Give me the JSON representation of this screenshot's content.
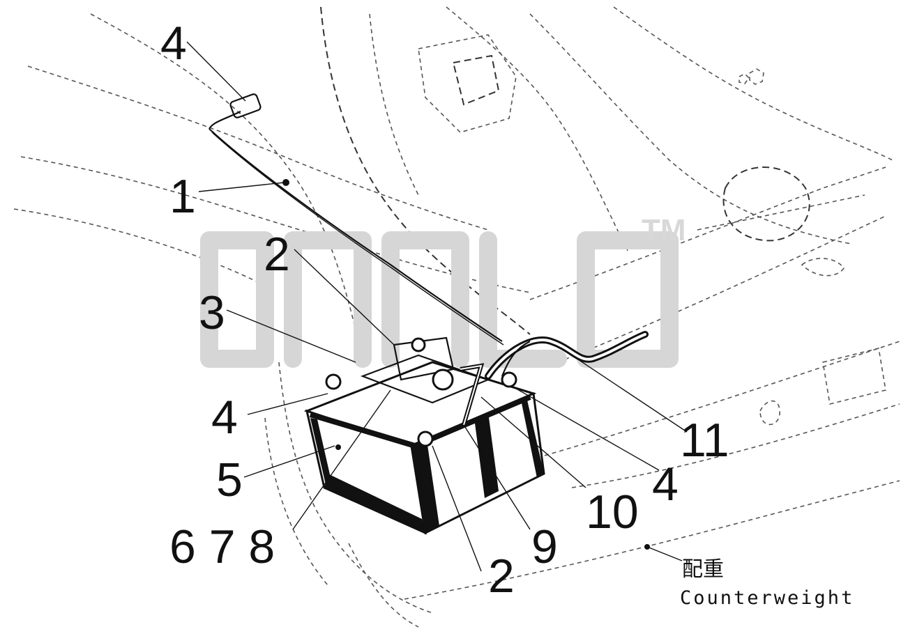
{
  "callouts": [
    "4",
    "1",
    "2",
    "3",
    "4",
    "5",
    "6 7 8",
    "2",
    "9",
    "10",
    "4",
    "11"
  ],
  "note": {
    "chinese": "配重",
    "english": "Counterweight"
  },
  "watermark": {
    "trademark": "TM"
  }
}
